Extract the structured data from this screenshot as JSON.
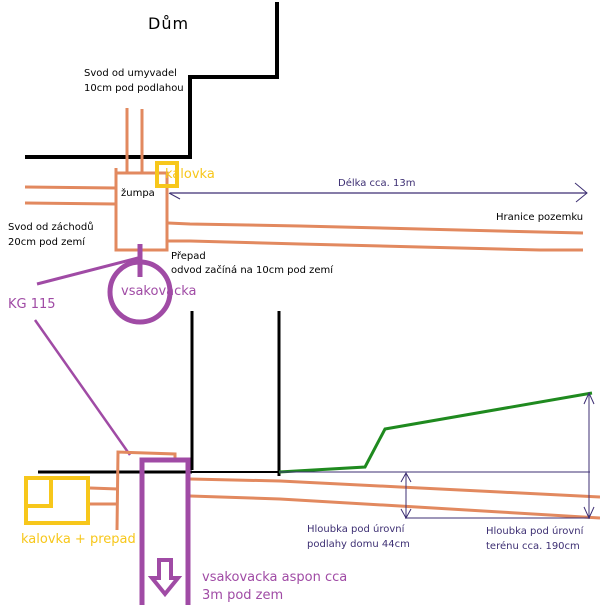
{
  "colors": {
    "wall": "#000000",
    "pipe": "#e2895f",
    "tank": "#a04ba5",
    "trap": "#f7c71b",
    "terrain": "#1f8a1f",
    "dimension": "#3d2f73"
  },
  "labels": {
    "house": "Dům",
    "sink_drain_line1": "Svod od umyvadel",
    "sink_drain_line2": "10cm pod podlahou",
    "kalovka_top": "kalovka",
    "zumpa": "žumpa",
    "length": "Délka cca. 13m",
    "property_border": "Hranice pozemku",
    "toilet_drain_line1": "Svod od záchodů",
    "toilet_drain_line2": "20cm pod zemí",
    "overflow_line1": "Přepad",
    "overflow_line2": "odvod začíná na 10cm pod zemí",
    "soakaway_top": "vsakovacka",
    "kg": "KG 115",
    "kalovka_prepad": "kalovka + prepad",
    "soakaway_bottom_line1": "vsakovacka aspon cca",
    "soakaway_bottom_line2": "3m pod zem",
    "depth_floor_line1": "Hloubka pod úrovní",
    "depth_floor_line2": "podlahy domu 44cm",
    "depth_terrain_line1": "Hloubka  pod úrovní",
    "depth_terrain_line2": "terénu cca. 190cm"
  },
  "icons": {
    "down_arrow": "down-arrow-icon",
    "length_arrow": "right-arrow-icon"
  }
}
